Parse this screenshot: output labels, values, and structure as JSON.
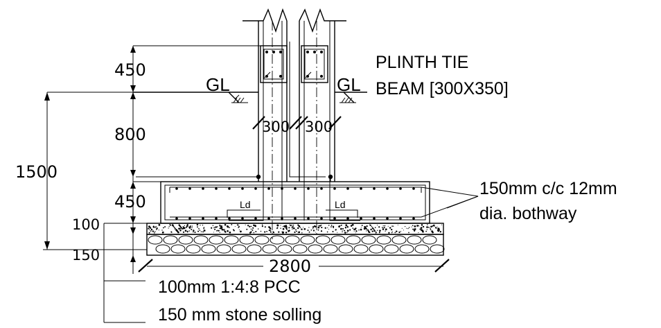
{
  "dimensions": {
    "d450_top": "450",
    "d800": "800",
    "d450_bottom": "450",
    "d1500": "1500",
    "d100": "100",
    "d150": "150",
    "d2800": "2800",
    "d300_left": "300",
    "d300_right": "300"
  },
  "ground_level": {
    "left": "GL",
    "right": "GL"
  },
  "labels": {
    "plinth_line1": "PLINTH TIE",
    "plinth_line2": "BEAM [300X350]",
    "reinf_line1": "150mm c/c 12mm",
    "reinf_line2": "dia. bothway",
    "pcc": "100mm 1:4:8 PCC",
    "soling": "150 mm stone solling",
    "ld_left": "Ld",
    "ld_right": "Ld"
  }
}
